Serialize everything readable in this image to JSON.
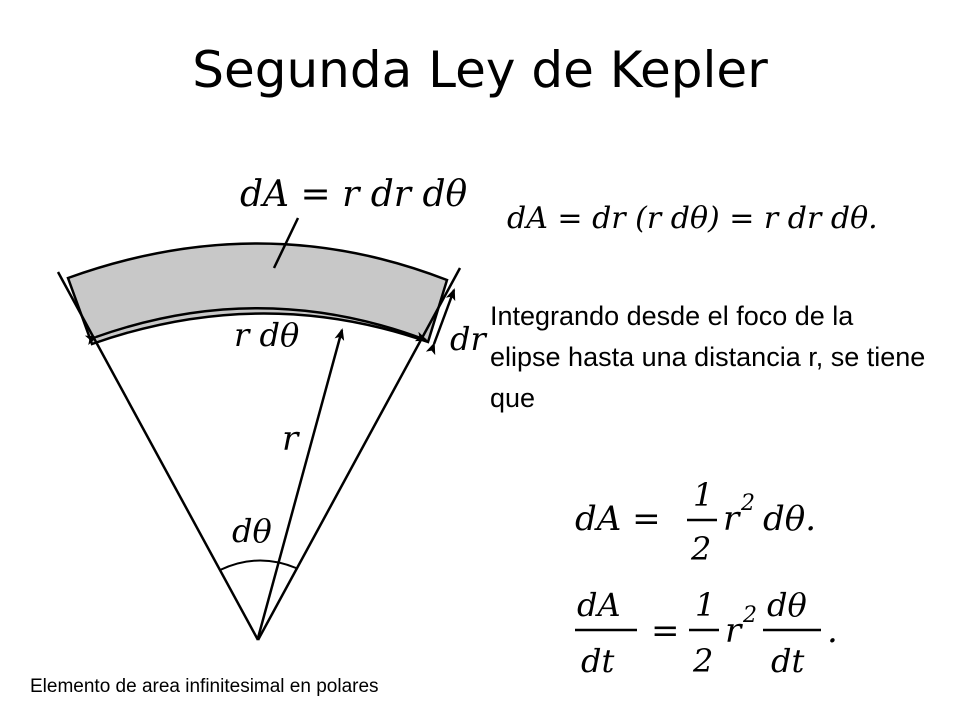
{
  "slide": {
    "title": "Segunda Ley de Kepler",
    "caption": "Elemento de area infinitesimal en polares"
  },
  "diagram": {
    "formula": "dA = r dr dθ",
    "arc_label": "r dθ",
    "dr_label": "dr",
    "radius_label": "r",
    "angle_label": "dθ",
    "shade_color": "#c8c8c8"
  },
  "equations": {
    "eq1": "dA = dr (r dθ) = r dr dθ.",
    "eq2_lhs": "dA =",
    "eq2_num": "1",
    "eq2_den": "2",
    "eq2_rest": "r",
    "eq2_exp": "2",
    "eq2_tail": "dθ.",
    "eq3_lhs_num": "dA",
    "eq3_lhs_den": "dt",
    "eq3_eq": "=",
    "eq3_num": "1",
    "eq3_den": "2",
    "eq3_r": "r",
    "eq3_exp": "2",
    "eq3_rhs_num": "dθ",
    "eq3_rhs_den": "dt",
    "eq3_end": "."
  },
  "text": {
    "integrate": "Integrando desde el foco de la elipse hasta una distancia r, se tiene que"
  }
}
